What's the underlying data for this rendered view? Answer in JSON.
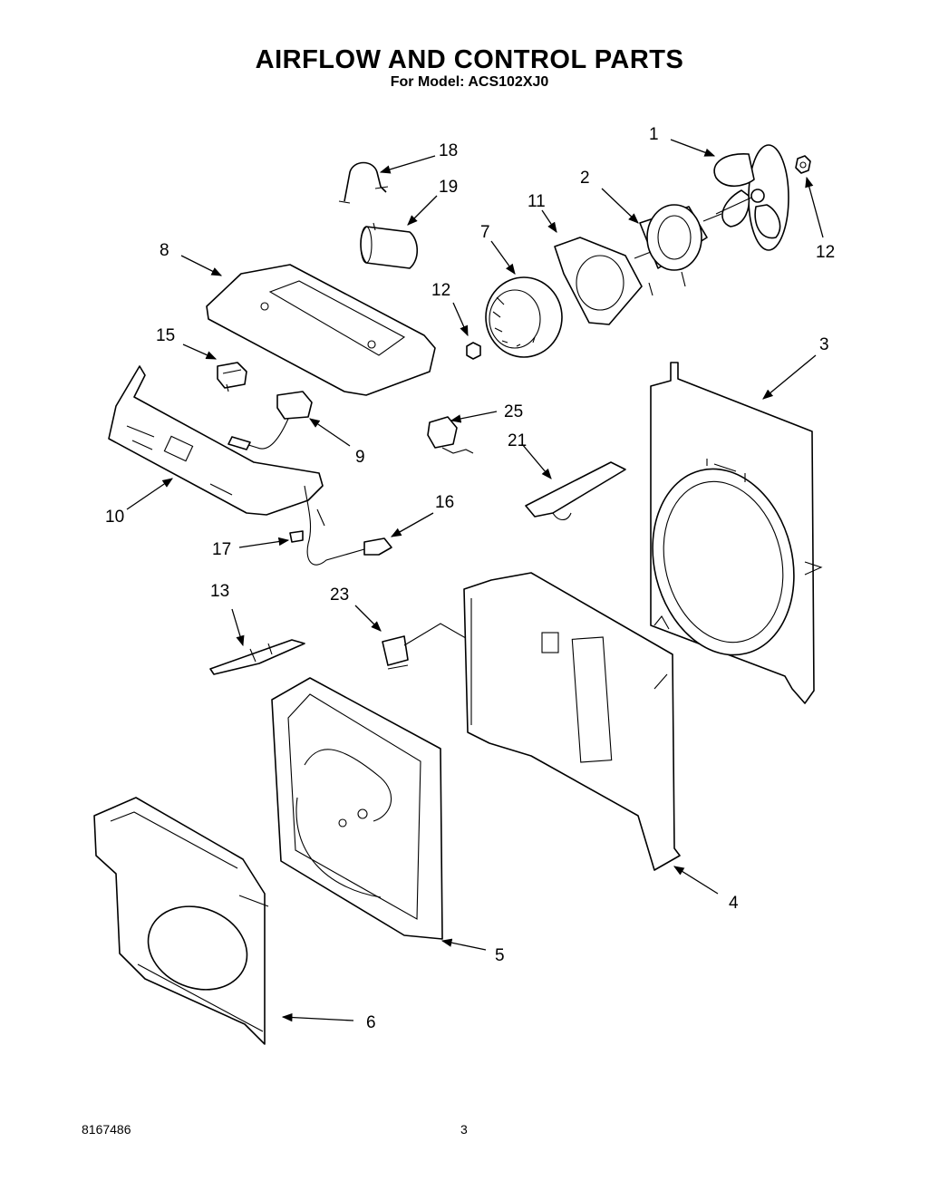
{
  "header": {
    "title": "AIRFLOW AND CONTROL PARTS",
    "subtitle": "For Model: ACS102XJ0"
  },
  "footer": {
    "doc_number": "8167486",
    "page_number": "3"
  },
  "callouts": {
    "p1": "1",
    "p2": "2",
    "p3": "3",
    "p4": "4",
    "p5": "5",
    "p6": "6",
    "p7": "7",
    "p8": "8",
    "p9": "9",
    "p10": "10",
    "p11": "11",
    "p12a": "12",
    "p12b": "12",
    "p13": "13",
    "p15": "15",
    "p16": "16",
    "p17": "17",
    "p18": "18",
    "p19": "19",
    "p21": "21",
    "p23": "23",
    "p25": "25"
  }
}
